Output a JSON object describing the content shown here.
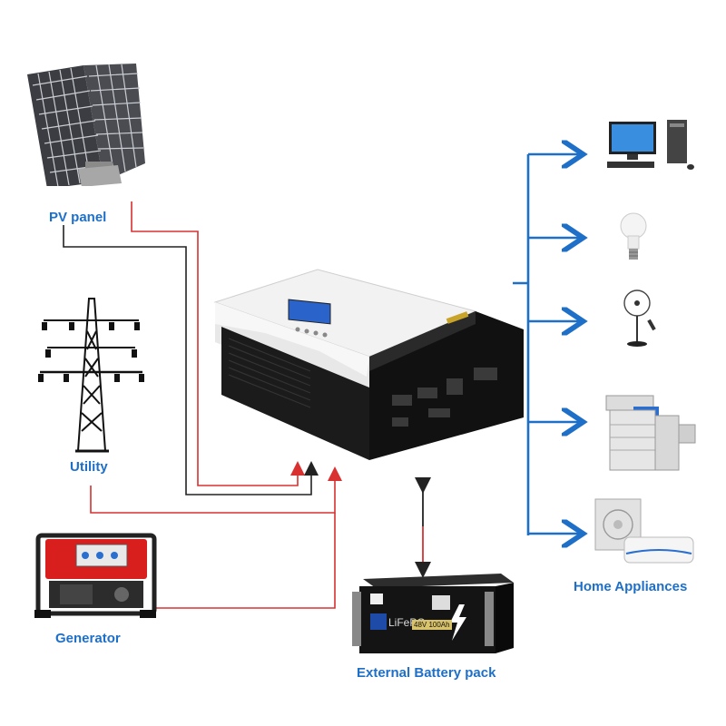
{
  "labels": {
    "pv_panel": "PV panel",
    "utility": "Utility",
    "generator": "Generator",
    "battery": "External Battery pack",
    "home_appliances": "Home Appliances"
  },
  "battery_face": {
    "chemistry": "LiFePO₄",
    "rating": "48V 100Ah"
  },
  "devices": {
    "pv_panel": "solar-panel-icon",
    "utility": "power-tower-icon",
    "generator": "generator-icon",
    "inverter": "hybrid-inverter-icon",
    "battery": "battery-pack-icon",
    "appliances": [
      "desktop-computer-icon",
      "light-bulb-icon",
      "standing-fan-icon",
      "copier-icon",
      "air-conditioner-icon"
    ]
  },
  "colors": {
    "label": "#1e6fc8",
    "ac_line": "#d93030",
    "dc_line": "#222222",
    "output_line": "#1e6fc8"
  }
}
